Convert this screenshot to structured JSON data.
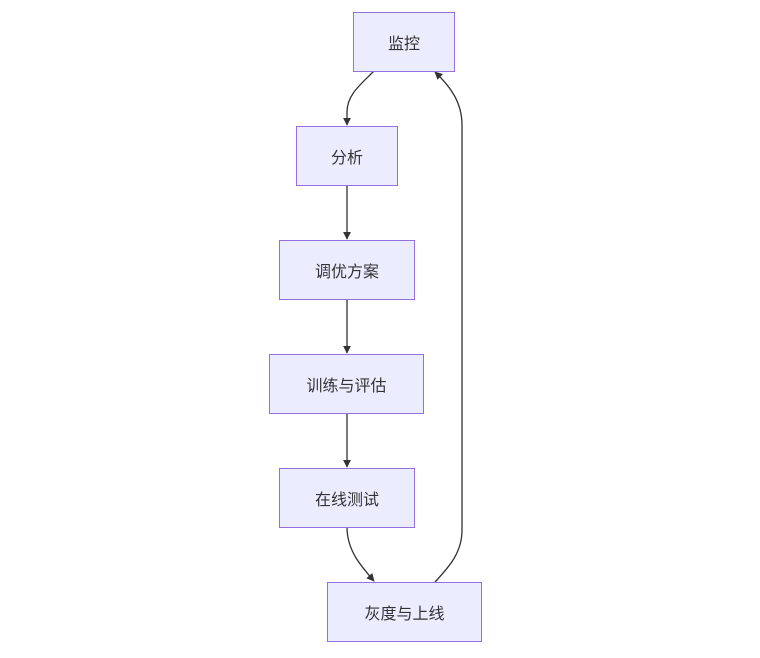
{
  "diagram": {
    "type": "flowchart",
    "direction": "top-down",
    "colors": {
      "node_fill": "#ECECFF",
      "node_border": "#9370DB",
      "edge": "#333333",
      "text": "#333333"
    },
    "nodes": [
      {
        "id": "monitor",
        "label": "监控"
      },
      {
        "id": "analyze",
        "label": "分析"
      },
      {
        "id": "tuning_plan",
        "label": "调优方案"
      },
      {
        "id": "train_eval",
        "label": "训练与评估"
      },
      {
        "id": "online_test",
        "label": "在线测试"
      },
      {
        "id": "gray_release",
        "label": "灰度与上线"
      }
    ],
    "edges": [
      {
        "from": "monitor",
        "to": "analyze"
      },
      {
        "from": "analyze",
        "to": "tuning_plan"
      },
      {
        "from": "tuning_plan",
        "to": "train_eval"
      },
      {
        "from": "train_eval",
        "to": "online_test"
      },
      {
        "from": "online_test",
        "to": "gray_release"
      },
      {
        "from": "gray_release",
        "to": "monitor"
      }
    ]
  }
}
